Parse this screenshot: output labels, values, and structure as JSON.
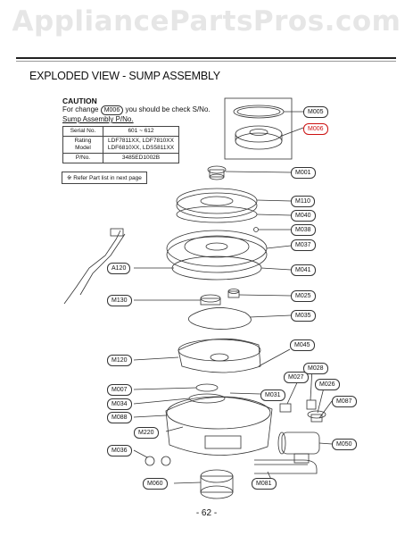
{
  "watermark": "AppliancePartsPros.com",
  "title": "EXPLODED VIEW - SUMP ASSEMBLY",
  "caution": {
    "heading": "CAUTION",
    "line1_before": "For change",
    "line1_code": "M006",
    "line1_after": "you should be check S/No.",
    "line2": "Sump Assembly P/No."
  },
  "info_table": [
    {
      "key": "Serial No.",
      "value": "601 ~ 612"
    },
    {
      "key": "Rating Model",
      "value": "LDF7811XX, LDF7810XX LDF6810XX, LDS5811XX"
    },
    {
      "key": "P/No.",
      "value": "3485ED1002B"
    }
  ],
  "refer_note": "※ Refer Part list in next page",
  "labels": {
    "M005": "M005",
    "M006": "M006",
    "M001": "M001",
    "M110": "M110",
    "M040": "M040",
    "M038": "M038",
    "M037": "M037",
    "M041": "M041",
    "A120": "A120",
    "M130": "M130",
    "M025": "M025",
    "M035": "M035",
    "M120": "M120",
    "M045": "M045",
    "M028": "M028",
    "M027": "M027",
    "M026": "M026",
    "M007": "M007",
    "M031": "M031",
    "M087": "M087",
    "M034": "M034",
    "M088": "M088",
    "M220": "M220",
    "M050": "M050",
    "M036": "M036",
    "M060": "M060",
    "M081": "M081"
  },
  "page_number": "- 62 -",
  "colors": {
    "highlight": "#cc1111",
    "line": "#333333"
  }
}
